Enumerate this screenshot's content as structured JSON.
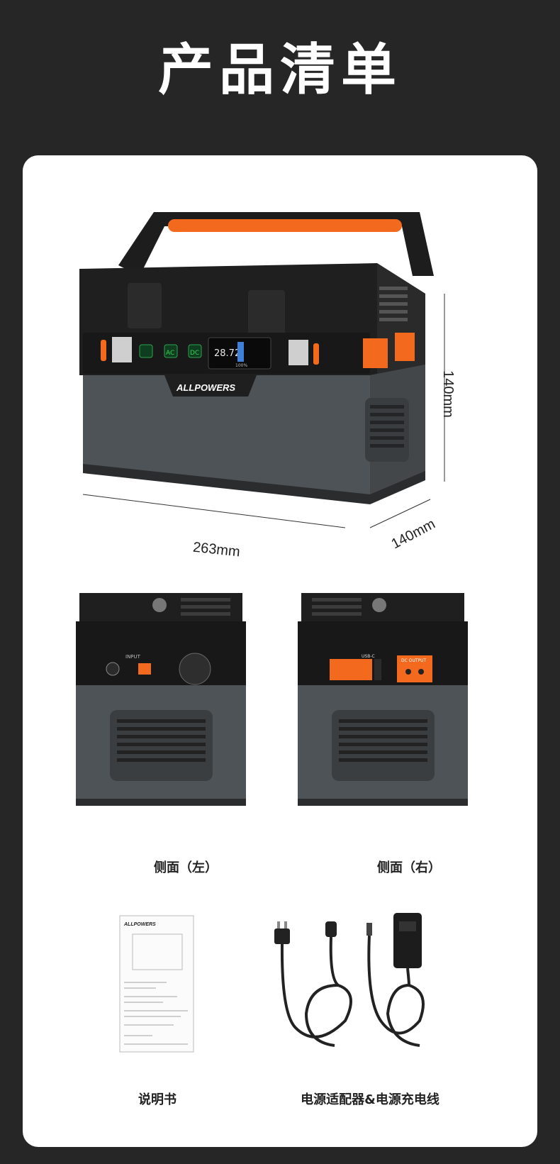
{
  "page": {
    "title": "产品清单",
    "brand_orange": "#F36A1E",
    "body_gray": "#4E5357",
    "dark": "#1F1F1F"
  },
  "main_product": {
    "brand_logo": "ALLPOWERS",
    "panel_labels": {
      "ac": "AC",
      "dc": "DC"
    },
    "display": {
      "reading": "28.72",
      "percent": "100%"
    },
    "dimensions": {
      "width": "263mm",
      "depth": "140mm",
      "height": "140mm"
    }
  },
  "side_views": {
    "left": {
      "caption": "侧面（左）",
      "port_label": "INPUT"
    },
    "right": {
      "caption": "侧面（右）",
      "usb_label": "USB-C",
      "dc_label": "DC OUTPUT"
    }
  },
  "accessories": {
    "manual": {
      "caption": "说明书",
      "logo": "ALLPOWERS"
    },
    "adapter": {
      "caption": "电源适配器&电源充电线"
    }
  }
}
